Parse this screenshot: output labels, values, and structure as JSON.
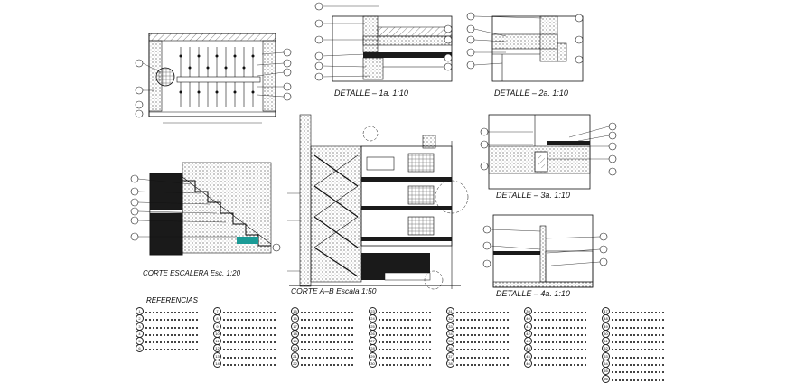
{
  "labels": {
    "detail_1": "DETALLE  –  1a.       1:10",
    "detail_2": "DETALLE  –  2a.       1:10",
    "detail_3": "DETALLE  –  3a.       1:10",
    "detail_4": "DETALLE  –  4a.       1:10",
    "corte_escalera": "CORTE    ESCALERA      Esc. 1:20",
    "corte_ab": "CORTE    A–B      Escala      1:50",
    "referencias": "REFERENCIAS"
  },
  "reference_columns": [
    [
      1,
      2,
      3,
      4,
      5,
      6
    ],
    [
      7,
      8,
      9,
      10,
      11,
      12,
      13,
      14
    ],
    [
      15,
      16,
      17,
      18,
      19,
      20,
      21,
      22
    ],
    [
      23,
      24,
      25,
      26,
      27,
      28,
      29,
      30
    ],
    [
      31,
      32,
      33,
      34,
      35,
      36,
      37,
      38
    ],
    [
      39,
      40,
      41,
      42,
      43,
      44,
      45,
      46
    ],
    [
      47,
      48,
      49,
      50,
      51,
      52,
      53,
      54,
      55,
      56
    ]
  ],
  "colors": {
    "ink": "#111111",
    "hatch": "#555555",
    "fill_dark": "#1a1a1a"
  }
}
